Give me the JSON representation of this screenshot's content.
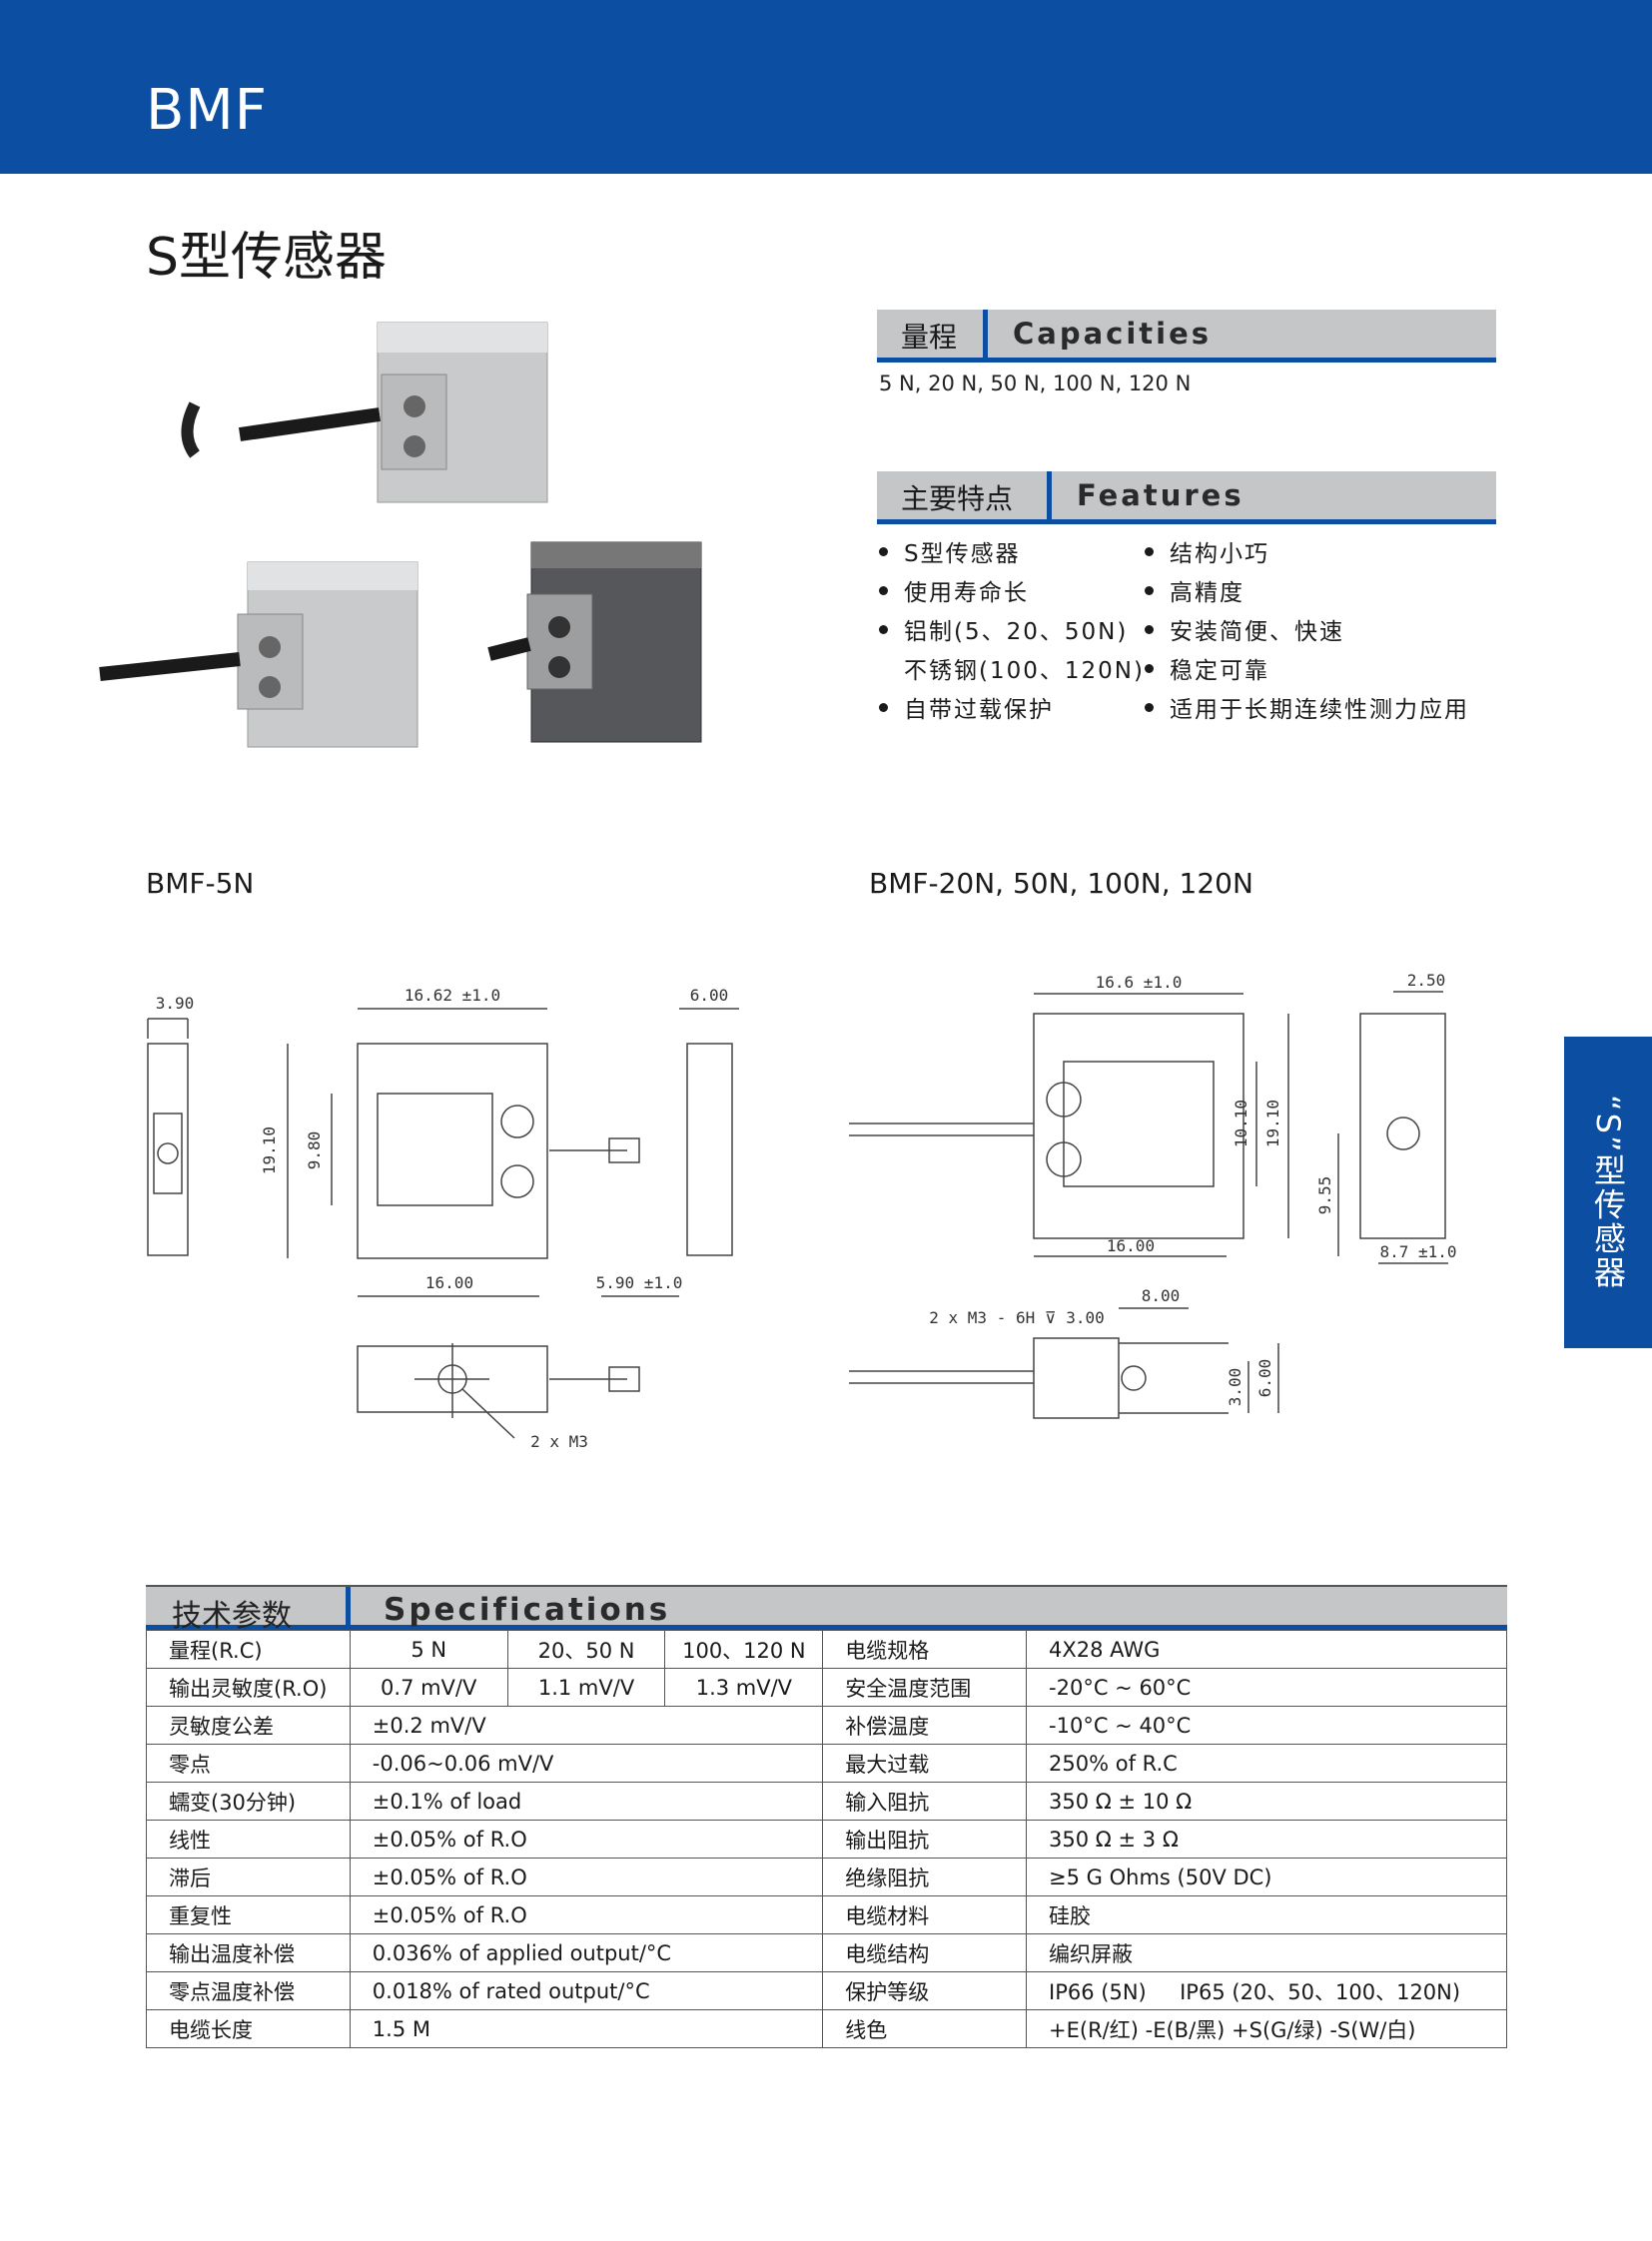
{
  "header": {
    "title": "BMF"
  },
  "subtitle": "S型传感器",
  "side_tab": {
    "label": "“S”型传感器"
  },
  "capacities": {
    "label_cn": "量程",
    "label_en": "Capacities",
    "text": "5 N, 20 N, 50 N, 100 N, 120 N"
  },
  "features": {
    "label_cn": "主要特点",
    "label_en": "Features",
    "left": [
      "S型传感器",
      "使用寿命长",
      "铝制(5、20、50N)",
      "不锈钢(100、120N)",
      "自带过载保护"
    ],
    "right": [
      "结构小巧",
      "高精度",
      "安装简便、快速",
      "稳定可靠",
      "适用于长期连续性测力应用"
    ]
  },
  "models": {
    "left": "BMF-5N",
    "right": "BMF-20N, 50N, 100N, 120N"
  },
  "dims_left": {
    "width_side": "3.90",
    "width_top": "16.62 ±1.0",
    "depth": "6.00",
    "height": "19.10",
    "inner_height": "9.80",
    "width_bottom": "16.00",
    "cable_offset": "5.90 ±1.0",
    "thread": "2 x M3"
  },
  "dims_right": {
    "width_top": "16.6 ±1.0",
    "thick": "2.50",
    "h1": "10.10",
    "h2": "19.10",
    "h3": "9.55",
    "width_bottom": "16.00",
    "side_width": "8.7 ±1.0",
    "thread": "2 x M3 - 6H ⊽ 3.00",
    "offset": "8.00",
    "d1": "3.00",
    "d2": "6.00"
  },
  "specs": {
    "label_cn": "技术参数",
    "label_en": "Specifications",
    "capacity": {
      "label": "量程(R.C)",
      "values": [
        "5 N",
        "20、50 N",
        "100、120 N"
      ]
    },
    "sensitivity": {
      "label": "输出灵敏度(R.O)",
      "values": [
        "0.7 mV/V",
        "1.1 mV/V",
        "1.3 mV/V"
      ]
    },
    "left_rows": [
      {
        "label": "灵敏度公差",
        "value": "±0.2 mV/V"
      },
      {
        "label": "零点",
        "value": "-0.06~0.06 mV/V"
      },
      {
        "label": "蠕变(30分钟)",
        "value": "±0.1% of load"
      },
      {
        "label": "线性",
        "value": "±0.05% of R.O"
      },
      {
        "label": "滞后",
        "value": "±0.05% of R.O"
      },
      {
        "label": "重复性",
        "value": "±0.05% of R.O"
      },
      {
        "label": "输出温度补偿",
        "value": "0.036% of applied output/°C"
      },
      {
        "label": "零点温度补偿",
        "value": "0.018% of rated output/°C"
      },
      {
        "label": "电缆长度",
        "value": "1.5 M"
      }
    ],
    "right_rows": [
      {
        "label": "电缆规格",
        "value": "4X28 AWG"
      },
      {
        "label": "安全温度范围",
        "value": "-20°C ~ 60°C"
      },
      {
        "label": "补偿温度",
        "value": "-10°C ~ 40°C"
      },
      {
        "label": "最大过载",
        "value": "250% of R.C"
      },
      {
        "label": "输入阻抗",
        "value": "350 Ω ± 10 Ω"
      },
      {
        "label": "输出阻抗",
        "value": "350 Ω ± 3 Ω"
      },
      {
        "label": "绝缘阻抗",
        "value": "≥5 G Ohms (50V DC)"
      },
      {
        "label": "电缆材料",
        "value": "硅胶"
      },
      {
        "label": "电缆结构",
        "value": "编织屏蔽"
      },
      {
        "label": "保护等级",
        "value": "IP66 (5N)     IP65 (20、50、100、120N)"
      },
      {
        "label": "线色",
        "value": "+E(R/红) -E(B/黑) +S(G/绿) -S(W/白)"
      }
    ]
  },
  "colors": {
    "brand_blue": "#0b4ea2",
    "header_gray": "#c4c6c8"
  }
}
